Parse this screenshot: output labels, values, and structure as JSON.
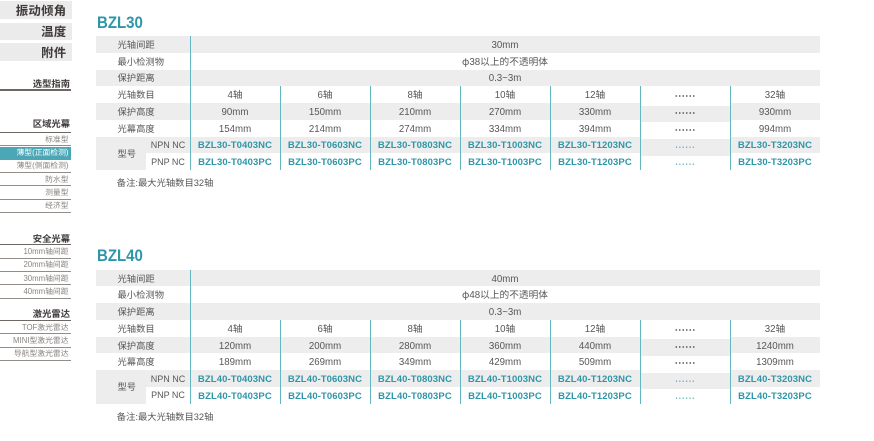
{
  "colors": {
    "accent_teal": "#2E96A8",
    "grid_line_teal": "#63B7C3",
    "active_item_bg": "#4BA7B5",
    "row_stripe_gray": "#EDEDED",
    "table_text": "#595757",
    "sidebar_band_bg": "#EBEBEB",
    "sidebar_dark_text": "#3E3A39",
    "sidebar_item_text": "#8A8482"
  },
  "sidebar": {
    "top_items": [
      {
        "label": "振动倾角"
      },
      {
        "label": "温度"
      },
      {
        "label": "附件"
      }
    ],
    "groups": [
      {
        "header": "选型指南",
        "items": []
      },
      {
        "header": "区域光幕",
        "items": [
          {
            "label": "标准型",
            "active": false
          },
          {
            "label": "薄型(正面检测)",
            "active": true
          },
          {
            "label": "薄型(侧面检测)",
            "active": false
          },
          {
            "label": "防水型",
            "active": false
          },
          {
            "label": "测量型",
            "active": false
          },
          {
            "label": "经济型",
            "active": false
          }
        ]
      },
      {
        "header": "安全光幕",
        "items": [
          {
            "label": "10mm轴间距",
            "active": false
          },
          {
            "label": "20mm轴间距",
            "active": false
          },
          {
            "label": "30mm轴间距",
            "active": false
          },
          {
            "label": "40mm轴间距",
            "active": false
          }
        ]
      },
      {
        "header": "激光雷达",
        "items": [
          {
            "label": "TOF激光雷达",
            "active": false
          },
          {
            "label": "MINI型激光雷达",
            "active": false
          },
          {
            "label": "导航型激光雷达",
            "active": false
          }
        ]
      }
    ]
  },
  "tables": [
    {
      "title": "BZL30",
      "span_rows": [
        {
          "label": "光轴间距",
          "value": "30mm"
        },
        {
          "label": "最小检测物",
          "value": "φ38以上的不透明体"
        },
        {
          "label": "保护距离",
          "value": "0.3~3m"
        }
      ],
      "col_rows": [
        {
          "label": "光轴数目",
          "values": [
            "4轴",
            "6轴",
            "8轴",
            "10轴",
            "12轴",
            "……",
            "32轴"
          ]
        },
        {
          "label": "保护高度",
          "values": [
            "90mm",
            "150mm",
            "210mm",
            "270mm",
            "330mm",
            "……",
            "930mm"
          ]
        },
        {
          "label": "光幕高度",
          "values": [
            "154mm",
            "214mm",
            "274mm",
            "334mm",
            "394mm",
            "……",
            "994mm"
          ]
        }
      ],
      "model_label": "型号",
      "model_rows": [
        {
          "sub_label": "NPN NC",
          "values": [
            "BZL30-T0403NC",
            "BZL30-T0603NC",
            "BZL30-T0803NC",
            "BZL30-T1003NC",
            "BZL30-T1203NC",
            "……",
            "BZL30-T3203NC"
          ]
        },
        {
          "sub_label": "PNP NC",
          "values": [
            "BZL30-T0403PC",
            "BZL30-T0603PC",
            "BZL30-T0803PC",
            "BZL30-T1003PC",
            "BZL30-T1203PC",
            "……",
            "BZL30-T3203PC"
          ]
        }
      ],
      "note": "备注:最大光轴数目32轴"
    },
    {
      "title": "BZL40",
      "span_rows": [
        {
          "label": "光轴间距",
          "value": "40mm"
        },
        {
          "label": "最小检测物",
          "value": "φ48以上的不透明体"
        },
        {
          "label": "保护距离",
          "value": "0.3~3m"
        }
      ],
      "col_rows": [
        {
          "label": "光轴数目",
          "values": [
            "4轴",
            "6轴",
            "8轴",
            "10轴",
            "12轴",
            "……",
            "32轴"
          ]
        },
        {
          "label": "保护高度",
          "values": [
            "120mm",
            "200mm",
            "280mm",
            "360mm",
            "440mm",
            "……",
            "1240mm"
          ]
        },
        {
          "label": "光幕高度",
          "values": [
            "189mm",
            "269mm",
            "349mm",
            "429mm",
            "509mm",
            "……",
            "1309mm"
          ]
        }
      ],
      "model_label": "型号",
      "model_rows": [
        {
          "sub_label": "NPN NC",
          "values": [
            "BZL40-T0403NC",
            "BZL40-T0603NC",
            "BZL40-T0803NC",
            "BZL40-T1003NC",
            "BZL40-T1203NC",
            "……",
            "BZL40-T3203NC"
          ]
        },
        {
          "sub_label": "PNP NC",
          "values": [
            "BZL40-T0403PC",
            "BZL40-T0603PC",
            "BZL40-T0803PC",
            "BZL40-T1003PC",
            "BZL40-T1203PC",
            "……",
            "BZL40-T3203PC"
          ]
        }
      ],
      "note": "备注:最大光轴数目32轴"
    }
  ]
}
